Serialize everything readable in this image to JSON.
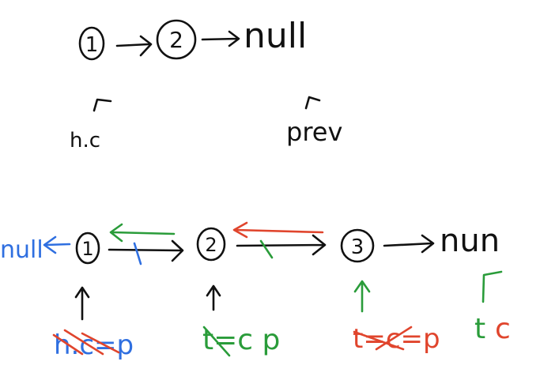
{
  "colors": {
    "ink": "#111111",
    "blue": "#2f6fe0",
    "green": "#2a9c3a",
    "red": "#e0452d"
  },
  "top_list": {
    "node1": "1",
    "node2": "2",
    "tail": "null",
    "label_left": "h.c",
    "label_right": "prev"
  },
  "bottom_list": {
    "null_left": "null",
    "node1": "1",
    "node2": "2",
    "node3": "3",
    "tail": "nun",
    "ptr1_label": "h.c=p",
    "ptr2_label": "t=c p",
    "ptr3_label": "t=c=p",
    "ptr4_t": "t",
    "ptr4_c": "c"
  }
}
